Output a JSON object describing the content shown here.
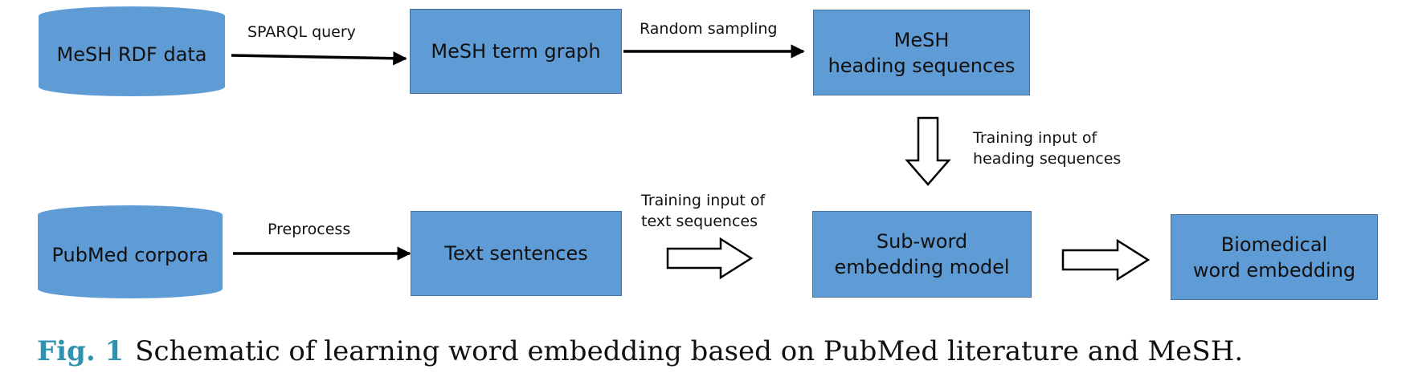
{
  "nodes": {
    "mesh_rdf": "MeSH RDF data",
    "mesh_term_graph": "MeSH  term graph",
    "mesh_heading_sequences": "MeSH\nheading sequences",
    "pubmed_corpora": "PubMed corpora",
    "text_sentences": "Text sentences",
    "subword_model": "Sub-word\nembedding model",
    "biomedical_embedding": "Biomedical\nword embedding"
  },
  "edges": {
    "sparql": "SPARQL query",
    "random_sampling": "Random sampling",
    "training_heading": "Training input of\nheading sequences",
    "preprocess": "Preprocess",
    "training_text": "Training input of\ntext sequences"
  },
  "caption": {
    "label": "Fig. 1",
    "text": "Schematic of learning word embedding based on PubMed literature and MeSH."
  },
  "colors": {
    "box_fill": "#5f9bd5",
    "box_border": "#41729f",
    "caption_label": "#2f93b0"
  }
}
